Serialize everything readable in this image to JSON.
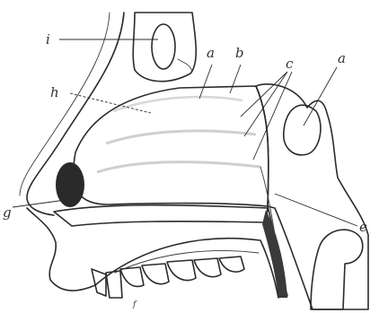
{
  "labels": {
    "i": "i",
    "a_top": "a",
    "b": "b",
    "c": "c",
    "a_right": "a",
    "h": "h",
    "g": "g",
    "e": "e",
    "f": "f"
  }
}
